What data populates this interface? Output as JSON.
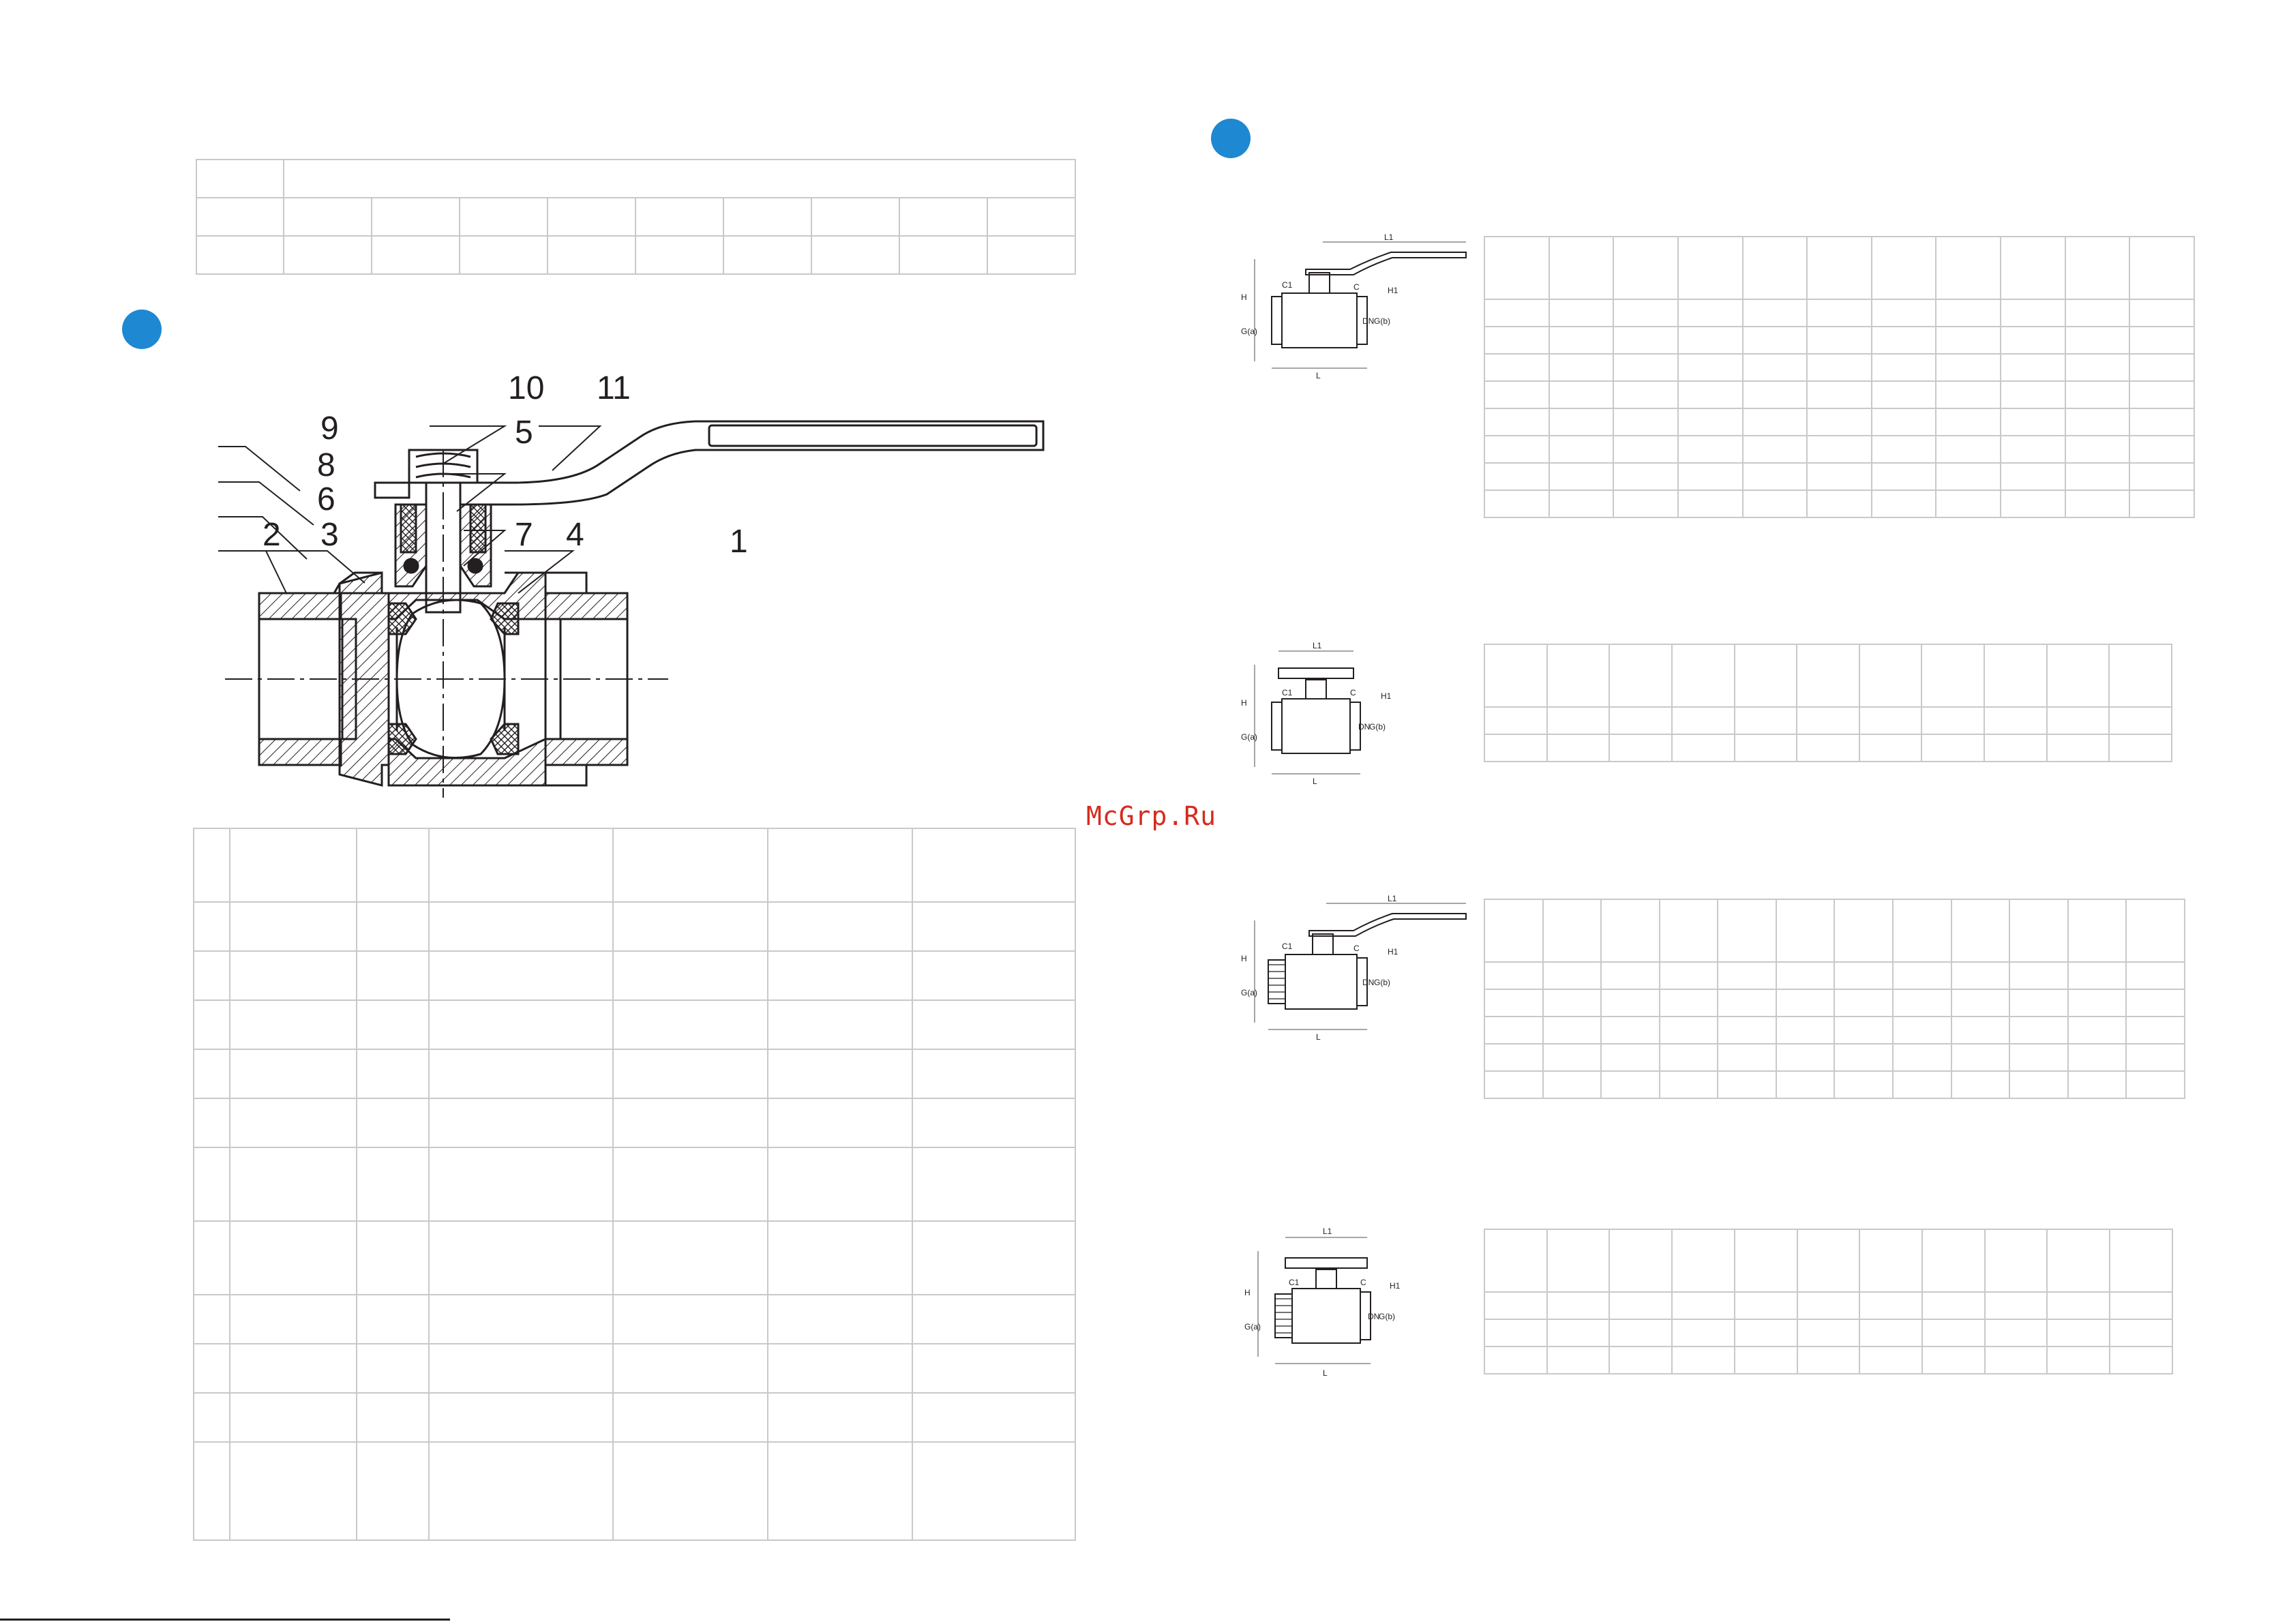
{
  "watermark": "McGrp.Ru",
  "colors": {
    "accent": "#1e88d2",
    "grid": "#c9c9c9",
    "ink": "#231f20",
    "watermark": "#d52b1e"
  },
  "cutaway_drawing": {
    "callouts": [
      "1",
      "2",
      "3",
      "4",
      "5",
      "6",
      "7",
      "8",
      "9",
      "10",
      "11"
    ]
  },
  "thumbnails": [
    {
      "variant": "lever-handle-female-female",
      "dimension_labels": {
        "l1": "L1",
        "h": "H",
        "h1": "H1",
        "c": "C",
        "c1": "C1",
        "ga": "G(a)",
        "gb": "G(b)",
        "dn": "DN",
        "l": "L"
      }
    },
    {
      "variant": "butterfly-handle-female-female",
      "dimension_labels": {
        "l1": "L1",
        "h": "H",
        "h1": "H1",
        "c": "C",
        "c1": "C1",
        "ga": "G(a)",
        "gb": "G(b)",
        "dn": "DN",
        "l": "L"
      }
    },
    {
      "variant": "lever-handle-male-female",
      "dimension_labels": {
        "l1": "L1",
        "h": "H",
        "h1": "H1",
        "c": "C",
        "c1": "C1",
        "ga": "G(a)",
        "gb": "G(b)",
        "dn": "DN",
        "l": "L"
      }
    },
    {
      "variant": "butterfly-handle-male-female",
      "dimension_labels": {
        "l1": "L1",
        "h": "H",
        "h1": "H1",
        "c": "C",
        "c1": "C1",
        "ga": "G(a)",
        "gb": "G(b)",
        "dn": "DN",
        "l": "L"
      }
    }
  ]
}
